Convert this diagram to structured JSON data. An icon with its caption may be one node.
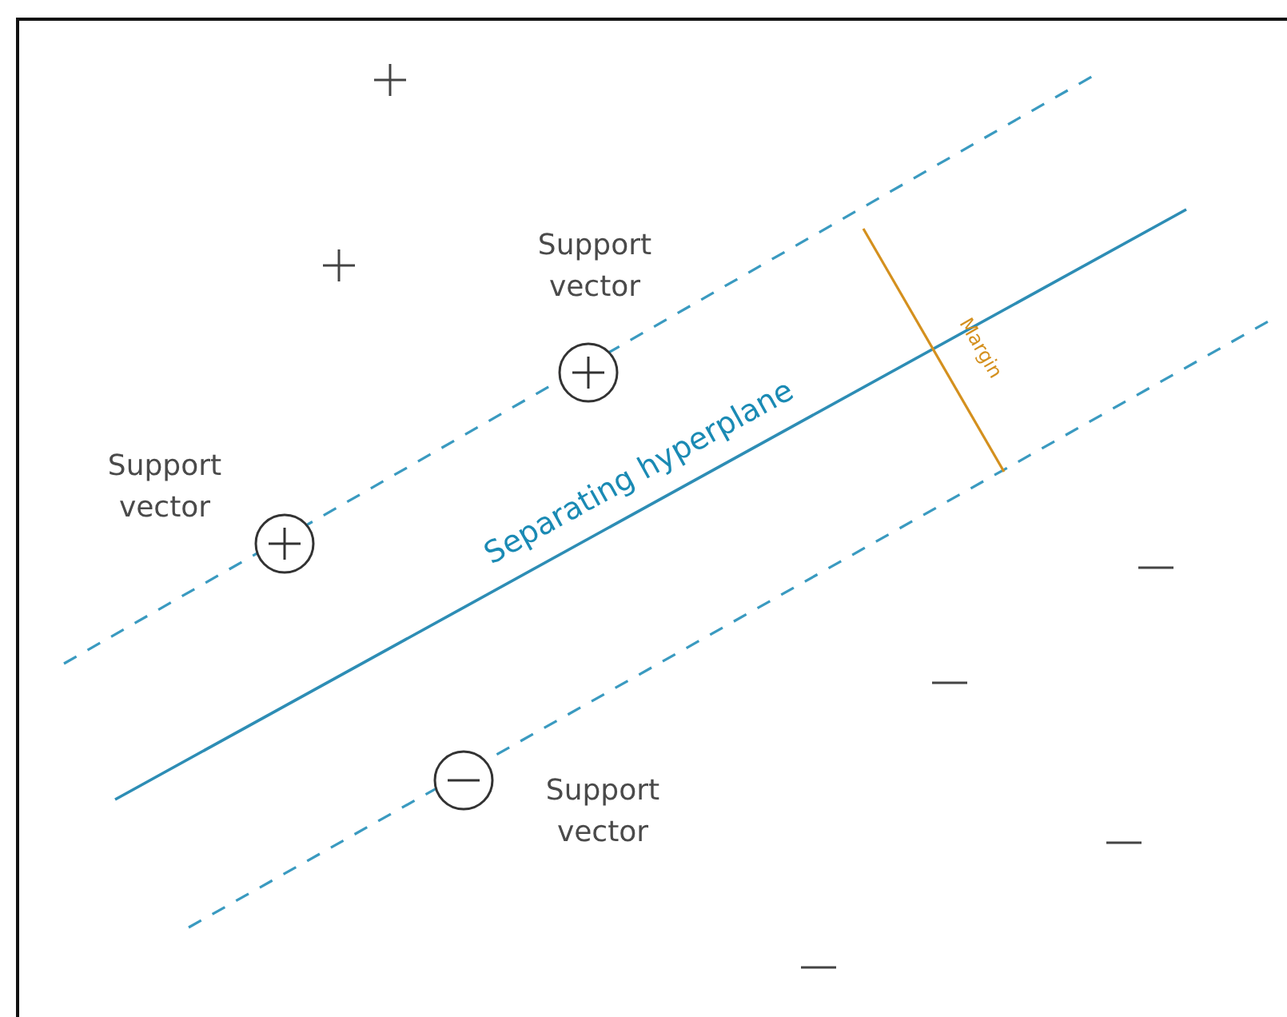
{
  "diagram": {
    "labels": [
      "Support vector",
      "Support vector",
      "Separating hyperplane",
      "Margin",
      "Support vector"
    ]
  }
}
